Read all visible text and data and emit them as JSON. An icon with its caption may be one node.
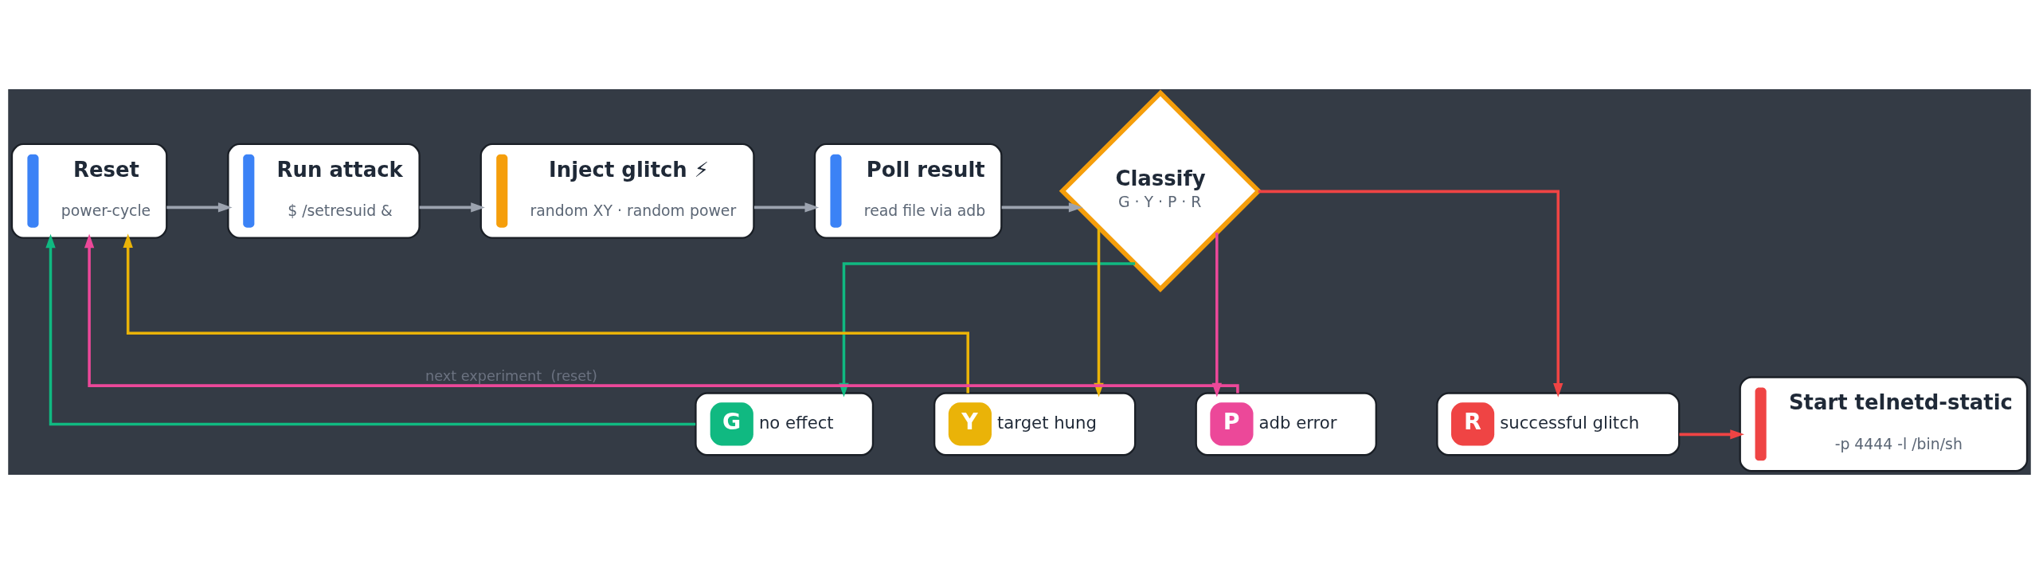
{
  "diagram": {
    "nodes": [
      {
        "text": [
          "Reset",
          "power-cycle"
        ]
      },
      {
        "text": [
          "Run attack",
          "$ /setresuid &"
        ]
      },
      {
        "text": [
          "Inject glitch ⚡",
          "random XY · random power"
        ]
      },
      {
        "text": [
          "Poll result",
          "read file via adb"
        ]
      },
      {
        "text": [
          "Classify",
          "G · Y · P · R"
        ]
      },
      {
        "text": [
          "G",
          "no effect"
        ]
      },
      {
        "text": [
          "Y",
          "target hung"
        ]
      },
      {
        "text": [
          "P",
          "adb error"
        ]
      },
      {
        "text": [
          "R",
          "successful glitch"
        ]
      },
      {
        "text": [
          "Start telnetd-static",
          "-p 4444 -l /bin/sh"
        ]
      }
    ],
    "edges": [
      {
        "from": 0,
        "to": 1,
        "arrow": "to"
      },
      {
        "from": 1,
        "to": 2,
        "arrow": "to"
      },
      {
        "from": 2,
        "to": 3,
        "arrow": "to"
      },
      {
        "from": 3,
        "to": 4,
        "arrow": "to"
      },
      {
        "from": 4,
        "to": 5,
        "arrow": "to",
        "color": "#10b981"
      },
      {
        "from": 4,
        "to": 6,
        "arrow": "to",
        "color": "#eab308"
      },
      {
        "from": 4,
        "to": 7,
        "arrow": "to",
        "color": "#ec4899"
      },
      {
        "from": 4,
        "to": 8,
        "arrow": "to",
        "color": "#ef4444"
      },
      {
        "from": 8,
        "to": 9,
        "arrow": "to",
        "color": "#ef4444"
      },
      {
        "from": 5,
        "to": 0,
        "arrow": "to",
        "color": "#10b981"
      },
      {
        "from": 6,
        "to": 0,
        "arrow": "to",
        "color": "#eab308"
      },
      {
        "from": 7,
        "to": 0,
        "arrow": "to",
        "color": "#ec4899",
        "label": "next experiment  (reset)"
      }
    ]
  }
}
